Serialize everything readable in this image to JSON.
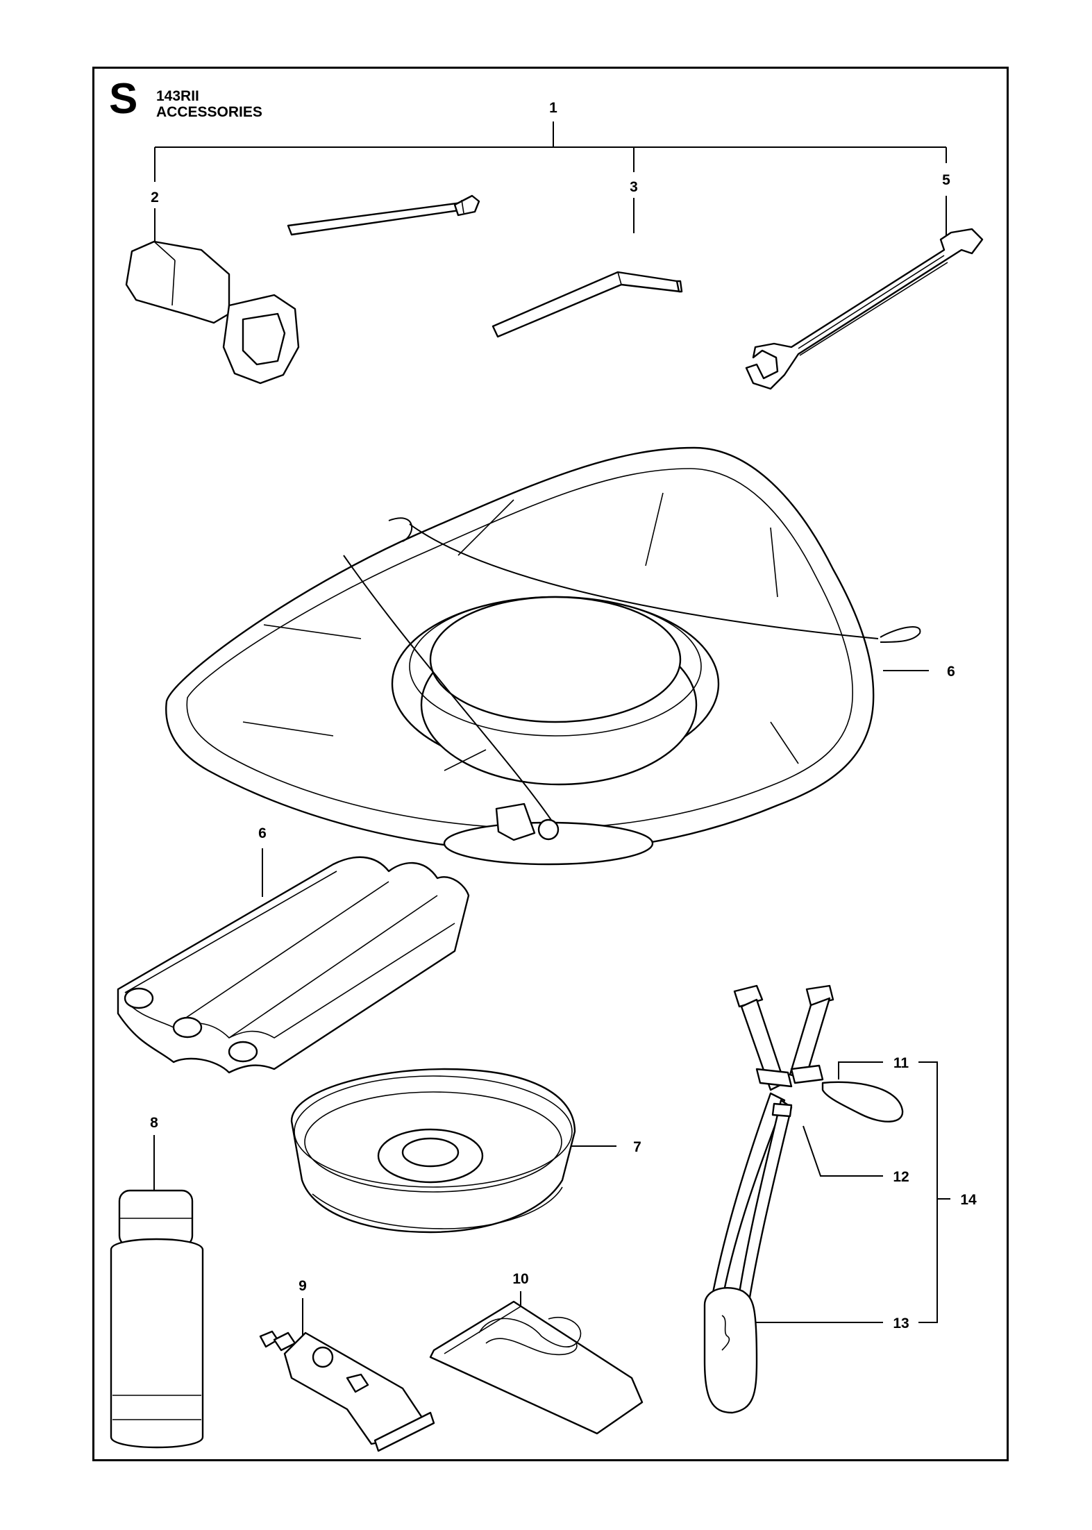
{
  "section": {
    "letter": "S",
    "model": "143RII",
    "title": "ACCESSORIES"
  },
  "callouts": [
    {
      "id": "c1",
      "label": "1"
    },
    {
      "id": "c2",
      "label": "2"
    },
    {
      "id": "c3",
      "label": "3"
    },
    {
      "id": "c5",
      "label": "5"
    },
    {
      "id": "c6a",
      "label": "6"
    },
    {
      "id": "c6b",
      "label": "6"
    },
    {
      "id": "c7",
      "label": "7"
    },
    {
      "id": "c8",
      "label": "8"
    },
    {
      "id": "c9",
      "label": "9"
    },
    {
      "id": "c10",
      "label": "10"
    },
    {
      "id": "c11",
      "label": "11"
    },
    {
      "id": "c12",
      "label": "12"
    },
    {
      "id": "c13",
      "label": "13"
    },
    {
      "id": "c14",
      "label": "14"
    }
  ]
}
